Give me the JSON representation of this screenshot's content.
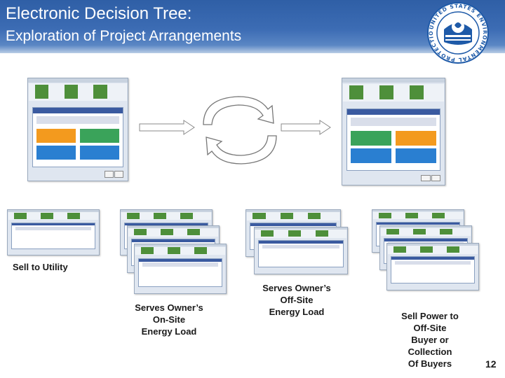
{
  "slide": {
    "title_line1": "Electronic Decision Tree:",
    "title_line2": "Exploration of Project Arrangements",
    "page_number": "12",
    "captions": {
      "sell_to_utility": "Sell to Utility",
      "on_site": [
        "Serves Owner’s",
        "On-Site",
        "Energy Load"
      ],
      "off_site": [
        "Serves Owner’s",
        "Off-Site",
        "Energy Load"
      ],
      "sell_power": [
        "Sell Power to",
        "Off-Site",
        "Buyer or",
        "Collection",
        "Of Buyers"
      ]
    }
  },
  "logo": {
    "name": "EPA seal",
    "text": "UNITED STATES ENVIRONMENTAL PROTECTION AGENCY",
    "color": "#1e5aa8"
  },
  "colors": {
    "title_bar": "#3c6cb4",
    "nav_green": "#4e8f3a",
    "tile_green": "#3aa35a",
    "tile_blue": "#2a7fd1",
    "tile_orange": "#f39a1e",
    "arrow_fill": "#ffffff"
  }
}
